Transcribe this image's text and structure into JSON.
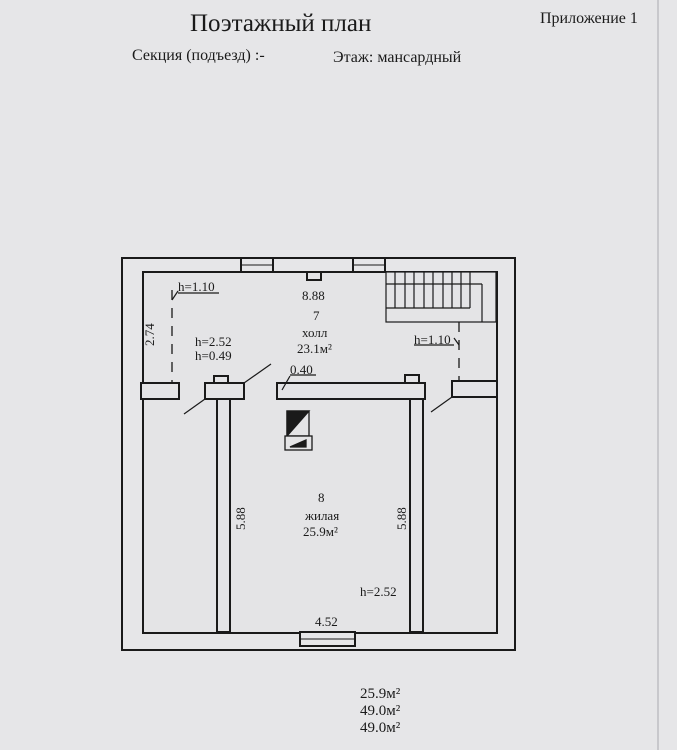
{
  "header": {
    "title": "Поэтажный план",
    "appendix": "Приложение 1",
    "section": "Секция (подъезд) :-",
    "floor": "Этаж: мансардный"
  },
  "plan": {
    "dims": {
      "top_width": "8.88",
      "left_height": "2.74",
      "left_wall": "5.88",
      "right_wall": "5.88",
      "bottom_width": "4.52",
      "beam": "0.40"
    },
    "heights": {
      "left_low": "h=1.10",
      "right_low": "h=1.10",
      "hall_high": "h=2.52",
      "hall_low": "h=0.49",
      "room_high": "h=2.52"
    },
    "rooms": [
      {
        "number": "7",
        "name": "холл",
        "area": "23.1м²"
      },
      {
        "number": "8",
        "name": "жилая",
        "area": "25.9м²"
      }
    ]
  },
  "totals": [
    "25.9м²",
    "49.0м²",
    "49.0м²"
  ]
}
